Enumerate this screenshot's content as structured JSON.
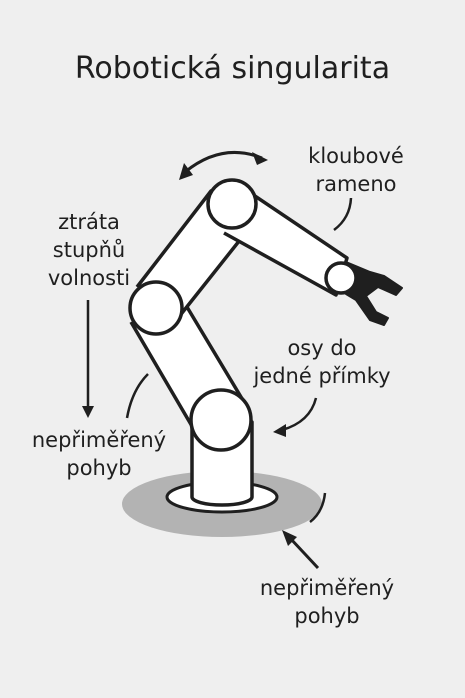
{
  "title": "Robotická singularita",
  "labels": {
    "joint_arm_line1": "kloubové",
    "joint_arm_line2": "rameno",
    "dof_loss_line1": "ztráta",
    "dof_loss_line2": "stupňů",
    "dof_loss_line3": "volnosti",
    "axes_line1": "osy do",
    "axes_line2": "jedné přímky",
    "motion_left_line1": "nepřiměřený",
    "motion_left_line2": "pohyb",
    "motion_bottom_line1": "nepřiměřený",
    "motion_bottom_line2": "pohyb"
  },
  "colors": {
    "background": "#efefef",
    "ink": "#1f1f1f",
    "base_shadow": "#b3b3b3",
    "joint_fill": "#ffffff"
  },
  "icons": [
    "rotation-arrow-icon",
    "gripper-icon",
    "arrow-icon"
  ]
}
